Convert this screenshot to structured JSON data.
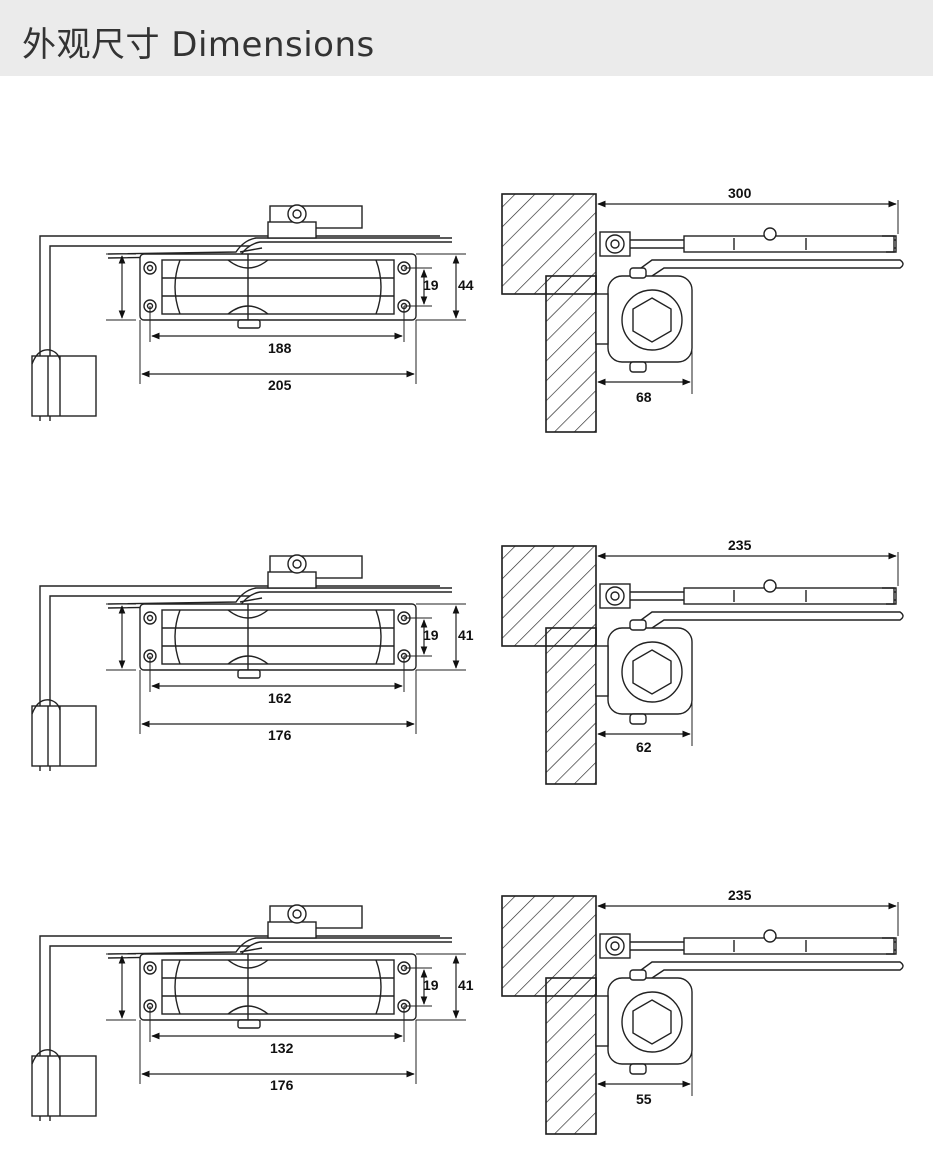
{
  "header": {
    "title": "外观尺寸  Dimensions"
  },
  "models": [
    {
      "side": {
        "inner_width": "188",
        "outer_width": "205",
        "inner_height": "19",
        "outer_height": "44"
      },
      "top": {
        "arm_length": "300",
        "depth": "68"
      }
    },
    {
      "side": {
        "inner_width": "162",
        "outer_width": "176",
        "inner_height": "19",
        "outer_height": "41"
      },
      "top": {
        "arm_length": "235",
        "depth": "62"
      }
    },
    {
      "side": {
        "inner_width": "132",
        "outer_width": "176",
        "inner_height": "19",
        "outer_height": "41"
      },
      "top": {
        "arm_length": "235",
        "depth": "55"
      }
    }
  ]
}
